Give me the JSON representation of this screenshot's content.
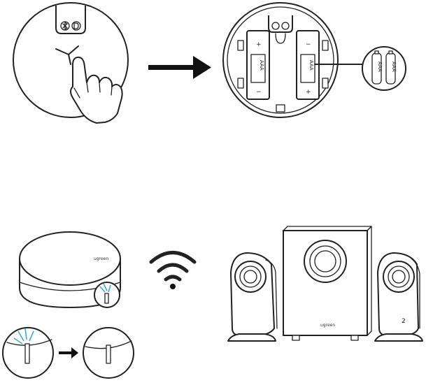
{
  "battery": {
    "label": "AAA",
    "plus": "+",
    "minus": "−"
  },
  "device": {
    "logo": "ugreen"
  },
  "speaker": {
    "logo": "ugreen",
    "right_mark": "2"
  },
  "colors": {
    "stroke": "#222222",
    "led_blue": "#3fa9d8",
    "background": "#ffffff"
  },
  "icons": [
    "hand-press-icon",
    "arrow-right-icon",
    "wifi-icon",
    "battery-icon",
    "bluetooth-icon"
  ]
}
